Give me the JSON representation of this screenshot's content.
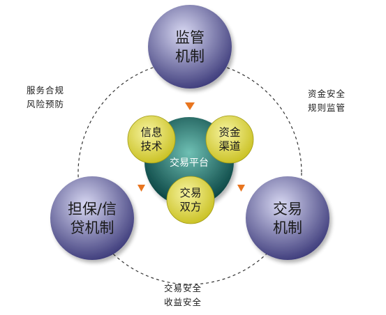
{
  "mechanisms": {
    "supervision": {
      "line1": "监管",
      "line2": "机制"
    },
    "guarantee": {
      "line1": "担保/信",
      "line2": "贷机制"
    },
    "trading": {
      "line1": "交易",
      "line2": "机制"
    }
  },
  "platform": {
    "label": "交易平台",
    "nodes": {
      "info_tech": {
        "line1": "信息",
        "line2": "技术"
      },
      "fund_channel": {
        "line1": "资金",
        "line2": "渠道"
      },
      "parties": {
        "line1": "交易",
        "line2": "双方"
      }
    }
  },
  "relations": {
    "left": {
      "line1": "服务合规",
      "line2": "风险预防"
    },
    "right": {
      "line1": "资金安全",
      "line2": "规则监管"
    },
    "bottom": {
      "line1": "交易安全",
      "line2": "收益安全"
    }
  },
  "colors": {
    "mechanism_fill_light": "#d8d8f2",
    "mechanism_fill_dark": "#3a3878",
    "platform_fill_light": "#6fc0b4",
    "platform_fill_dark": "#06403f",
    "node_fill_light": "#f6f3a0",
    "node_fill_dark": "#c9c020",
    "arrow": "#e8751f",
    "dashed_ring": "#333333"
  }
}
